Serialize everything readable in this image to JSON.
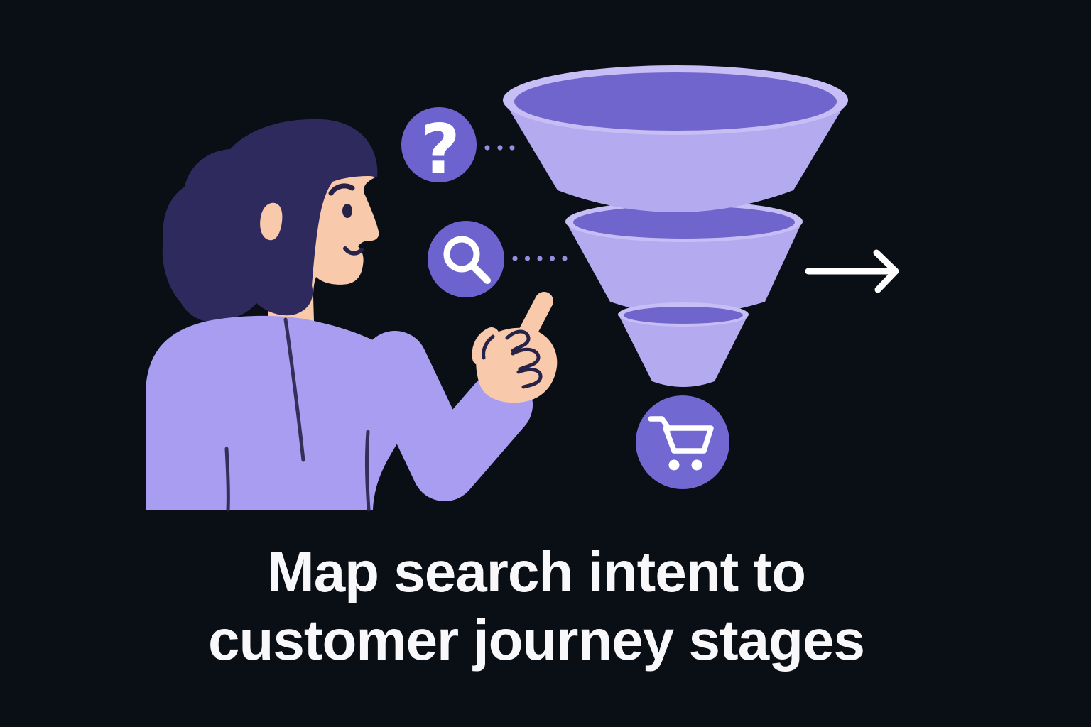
{
  "title": {
    "line1": "Map search intent to",
    "line2": "customer journey stages"
  },
  "illustration": {
    "question_glyph": "?",
    "question_dots": 3,
    "search_dots": 5,
    "funnel_stages": 3,
    "icons": [
      "question-icon",
      "search-icon",
      "cart-icon",
      "arrow-icon"
    ]
  },
  "palette": {
    "bg": "#0a0e15",
    "funnel-light": "#b4aaef",
    "funnel-rim": "#c7bef5",
    "funnel-dark": "#6f65cc",
    "icon-circle": "#6c63ce",
    "cart-circle": "#7168d2",
    "dot": "#958edf",
    "hair": "#2f2a5e",
    "skin": "#f8c9ab",
    "sweater": "#a89df0",
    "line": "#272348",
    "white": "#ffffff",
    "text": "#f8f8fa"
  }
}
